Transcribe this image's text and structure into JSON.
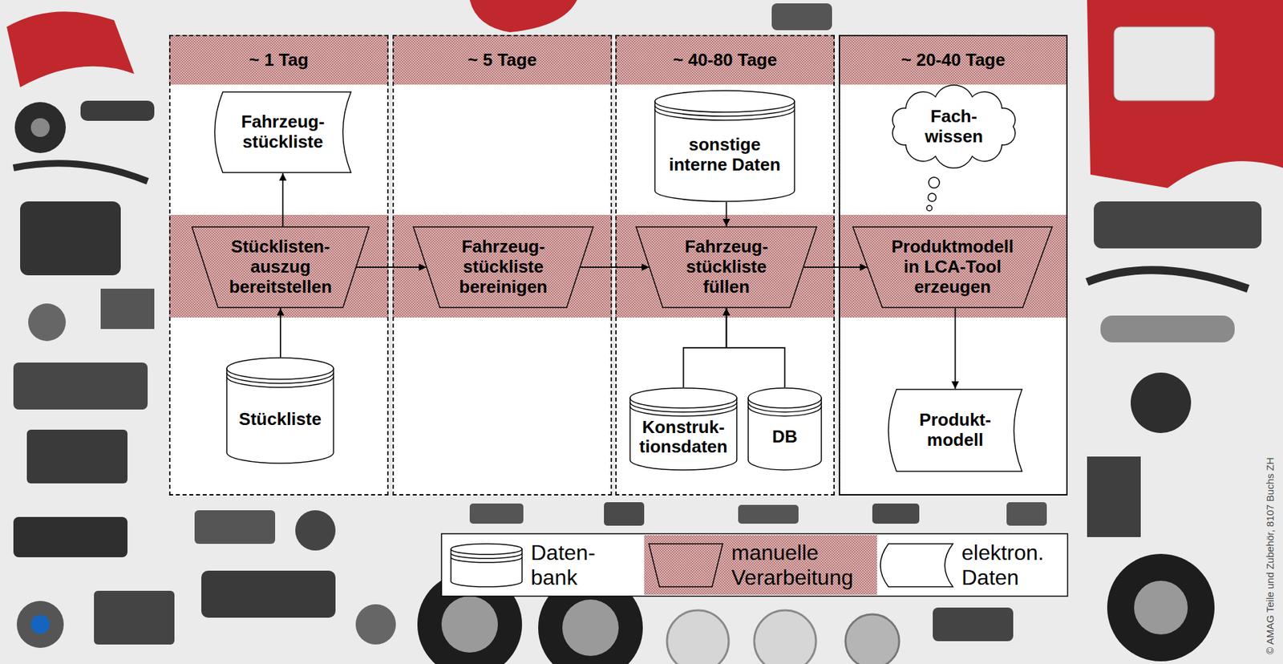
{
  "diagram": {
    "nodes": [
      {
        "text": [
          "~ 1 Tag"
        ]
      },
      {
        "text": [
          "Fahrzeug- stückliste"
        ],
        "in": 0
      },
      {
        "text": [
          "Stücklisten- auszug bereitstellen"
        ],
        "in": 0
      },
      {
        "text": [
          "Stückliste"
        ],
        "in": 0
      },
      {
        "text": [
          "~ 5 Tage"
        ]
      },
      {
        "text": [
          "Fahrzeug- stückliste bereinigen"
        ],
        "in": 4
      },
      {
        "text": [
          "~ 40-80 Tage"
        ]
      },
      {
        "text": [
          "sonstige interne Daten"
        ],
        "in": 6
      },
      {
        "text": [
          "Fahrzeug- stückliste füllen"
        ],
        "in": 6
      },
      {
        "text": [
          "Konstruk- tionsdaten"
        ],
        "in": 6
      },
      {
        "text": [
          "DB"
        ],
        "in": 6
      },
      {
        "text": [
          "~ 20-40 Tage"
        ]
      },
      {
        "text": [
          "Fach- wissen"
        ],
        "in": 11
      },
      {
        "text": [
          "Produktmodell in LCA-Tool erzeugen"
        ],
        "in": 11
      },
      {
        "text": [
          "Produkt- modell"
        ],
        "in": 11
      }
    ],
    "edges": [
      {
        "from": 3,
        "to": 2,
        "arrow": "to"
      },
      {
        "from": 2,
        "to": 1,
        "arrow": "to"
      },
      {
        "from": 2,
        "to": 5,
        "arrow": "to"
      },
      {
        "from": 5,
        "to": 8,
        "arrow": "to"
      },
      {
        "from": 7,
        "to": 8,
        "arrow": "to"
      },
      {
        "from": 9,
        "to": 8,
        "arrow": "to"
      },
      {
        "from": 10,
        "to": 8,
        "arrow": "to"
      },
      {
        "from": 8,
        "to": 13,
        "arrow": "to"
      },
      {
        "from": 13,
        "to": 14,
        "arrow": "to"
      }
    ],
    "labels": [
      "© AMAG Teile und Zubehör, 8107 Buchs ZH"
    ],
    "legend": [
      {
        "text": "Daten- bank"
      },
      {
        "text": "manuelle Verarbeitung"
      },
      {
        "text": "elektron. Daten"
      }
    ]
  }
}
